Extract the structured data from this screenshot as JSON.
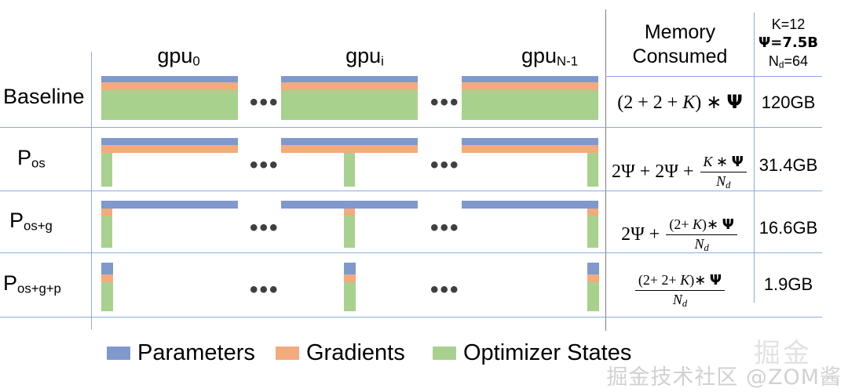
{
  "figure": {
    "title": "ZeRO memory partitioning across data-parallel GPUs",
    "colors": {
      "parameters": "#8099cd",
      "gradients": "#f3aa7c",
      "optimizer_states": "#a9d18e",
      "gridline": "#8faadc"
    }
  },
  "columns": {
    "gpu_headers": [
      {
        "base": "gpu",
        "sub": "0"
      },
      {
        "base": "gpu",
        "sub": "i"
      },
      {
        "base": "gpu",
        "sub": "N-1"
      }
    ],
    "ellipsis": "•••",
    "memory_header_line1": "Memory",
    "memory_header_line2": "Consumed",
    "params_header": {
      "k": "K=12",
      "psi": "Ψ=7.5B",
      "nd_base": "N",
      "nd_sub": "d",
      "nd_val": "=64"
    }
  },
  "rows": [
    {
      "label": "Baseline",
      "label_sub": "",
      "formula_html": "(2 + 2 + K) * Ψ",
      "memory": "120GB",
      "bars": {
        "style": "full",
        "param_h": 8,
        "grad_h": 9,
        "opt_h": 38,
        "opt_w": "full"
      }
    },
    {
      "label": "P",
      "label_sub": "os",
      "formula_html": "2Ψ + 2Ψ + (K * Ψ) / N_d",
      "memory": "31.4GB",
      "bars": {
        "style": "shard-opt",
        "param_h": 9,
        "grad_h": 10,
        "opt_h": 46,
        "opt_w": "narrow"
      }
    },
    {
      "label": "P",
      "label_sub": "os+g",
      "formula_html": "2Ψ + ((2 + K) * Ψ) / N_d",
      "memory": "16.6GB",
      "bars": {
        "style": "shard-opt-grad",
        "param_h": 10,
        "grad_h": 9,
        "opt_h": 46,
        "opt_w": "narrow"
      }
    },
    {
      "label": "P",
      "label_sub": "os+g+p",
      "formula_html": "((2 + 2 + K) * Ψ) / N_d",
      "memory": "1.9GB",
      "bars": {
        "style": "shard-all",
        "param_h": 16,
        "grad_h": 10,
        "opt_h": 48,
        "opt_w": "narrow"
      }
    }
  ],
  "formula_parts": {
    "row0": {
      "open": "(2 + 2 + ",
      "k": "K",
      "close": ") ∗ ",
      "psi": "Ψ"
    },
    "row1": {
      "lead": "2Ψ + 2Ψ + ",
      "num_k": "K",
      "num_mid": " ∗ ",
      "num_psi": "Ψ",
      "den": "N",
      "den_sub": "d"
    },
    "row2": {
      "lead": "2Ψ + ",
      "num_open": "(2+ ",
      "num_k": "K",
      "num_close": ")∗ ",
      "num_psi": "Ψ",
      "den": "N",
      "den_sub": "d"
    },
    "row3": {
      "num_open": "(2+ 2+ ",
      "num_k": "K",
      "num_close": ")∗ ",
      "num_psi": "Ψ",
      "den": "N",
      "den_sub": "d"
    }
  },
  "legend": {
    "items": [
      {
        "label": "Parameters",
        "color": "#8099cd"
      },
      {
        "label": "Gradients",
        "color": "#f3aa7c"
      },
      {
        "label": "Optimizer States",
        "color": "#a9d18e"
      }
    ]
  },
  "watermark": {
    "text": "掘金技术社区 @ZOM酱",
    "ghost": "掘金"
  }
}
